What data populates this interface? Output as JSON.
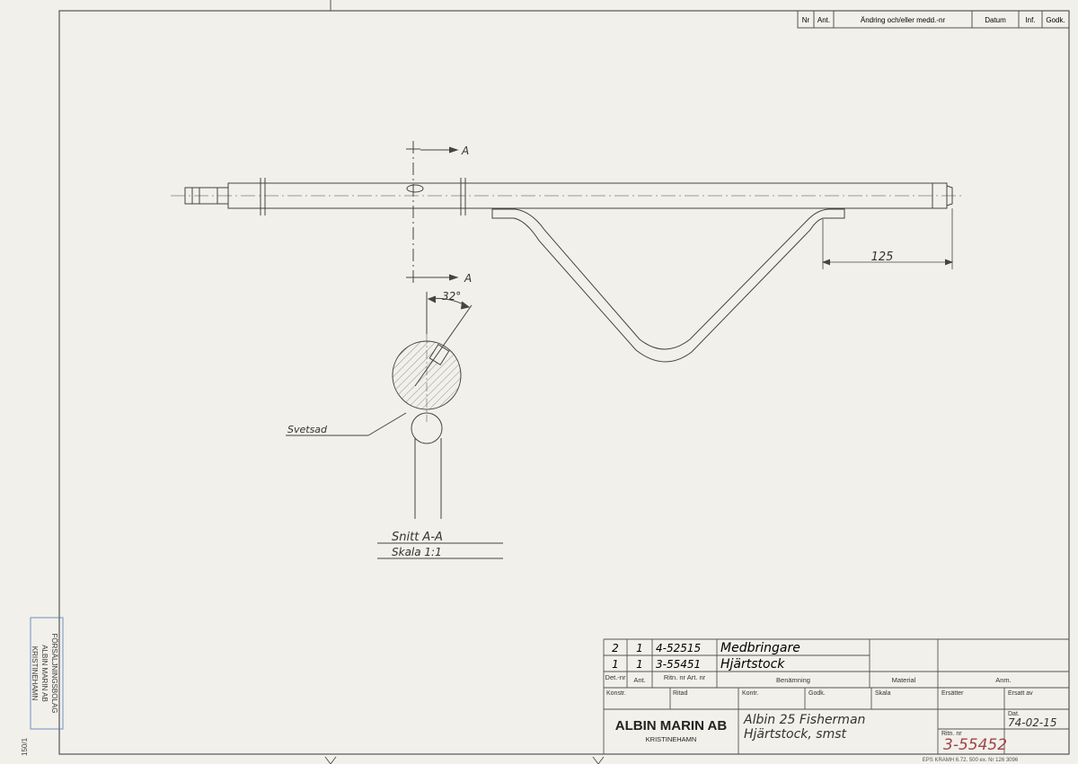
{
  "revision_table": {
    "headers": [
      "Nr",
      "Ant.",
      "Ändring och/eller medd.-nr",
      "Datum",
      "Inf.",
      "Godk."
    ]
  },
  "drawing": {
    "section_label_top": "A",
    "section_label_bottom": "A",
    "dimension_length": "125",
    "angle": "32°",
    "weld_label": "Svetsad",
    "section_title": "Snitt A-A",
    "section_scale": "Skala 1:1"
  },
  "parts_list": {
    "rows": [
      {
        "det": "2",
        "ant": "1",
        "ritn": "4-52515",
        "name": "Medbringare"
      },
      {
        "det": "1",
        "ant": "1",
        "ritn": "3-55451",
        "name": "Hjärtstock"
      }
    ],
    "headers": {
      "det": "Det.-nr",
      "ant": "Ant.",
      "ritn": "Ritn. nr Art. nr",
      "name": "Benämning",
      "material": "Material",
      "anm": "Anm."
    }
  },
  "title_block": {
    "labels": {
      "konstr": "Konstr.",
      "ritad": "Ritad",
      "kontr": "Kontr.",
      "godk": "Godk.",
      "skala": "Skala",
      "ersatter": "Ersätter",
      "ersatt_av": "Ersatt av",
      "dat": "Dat.",
      "ritn_nr": "Ritn. nr"
    },
    "company": "ALBIN MARIN AB",
    "city": "KRISTINEHAMN",
    "title_line1": "Albin 25 Fisherman",
    "title_line2": "Hjärtstock, smst",
    "date": "74-02-15",
    "drawing_number": "3-55452"
  },
  "stamp": {
    "line1": "FÖRSÄLJNINGSBOLAG",
    "line2": "ALBIN MARIN AB",
    "line3": "KRISTINEHAMN"
  },
  "margin_text": {
    "left_code": "150/1",
    "footer_print": "EPS KRAMH 6.72. 500 ex. Nr 126 3096"
  }
}
